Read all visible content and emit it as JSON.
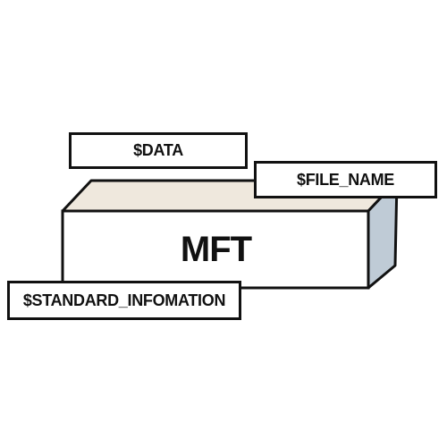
{
  "diagram": {
    "block_label": "MFT",
    "attributes": {
      "data": "$DATA",
      "file_name": "$FILE_NAME",
      "standard_information": "$STANDARD_INFOMATION"
    },
    "colors": {
      "top_face": "#efe8dd",
      "side_face": "#bfcbd6",
      "front_face": "#ffffff",
      "outline": "#111111"
    }
  }
}
